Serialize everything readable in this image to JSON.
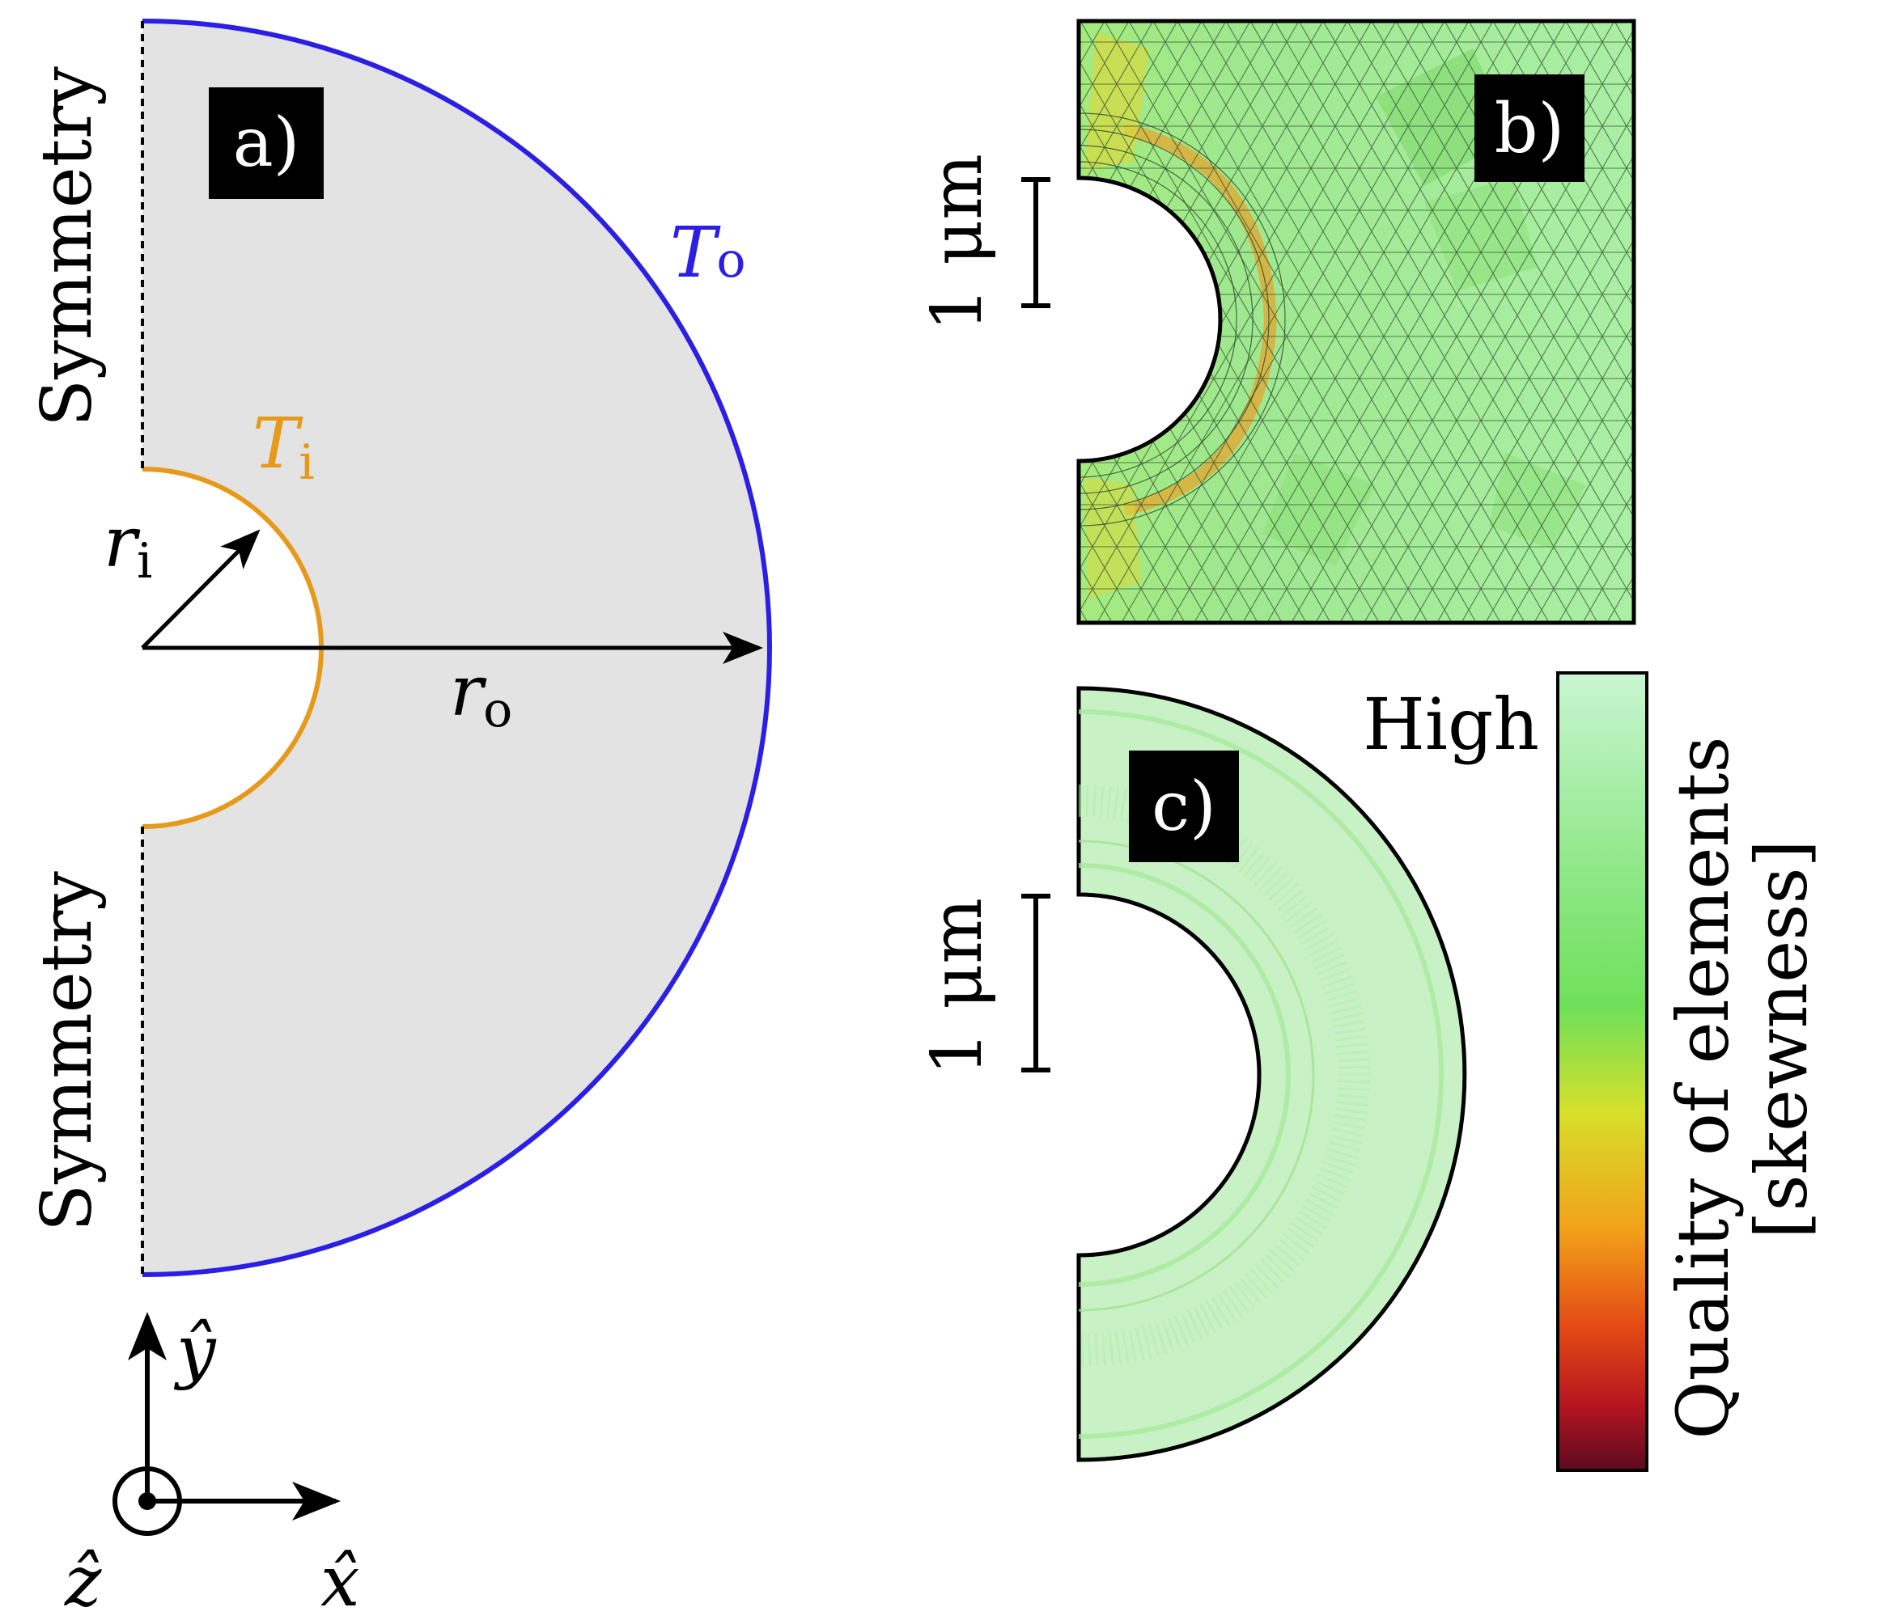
{
  "panel_a": {
    "label": "a)",
    "symmetry_top": "Symmetry",
    "symmetry_bottom": "Symmetry",
    "outer_temp": {
      "symbol": "T",
      "subscript": "o"
    },
    "inner_temp": {
      "symbol": "T",
      "subscript": "i"
    },
    "inner_radius": {
      "symbol": "r",
      "subscript": "i"
    },
    "outer_radius": {
      "symbol": "r",
      "subscript": "o"
    },
    "colors": {
      "outer_boundary": "#2b1fe6",
      "inner_boundary": "#e59a1a",
      "domain_fill": "#e3e3e3"
    }
  },
  "axes": {
    "y": "ŷ",
    "x": "x̂",
    "z": "ẑ"
  },
  "panel_b": {
    "label": "b)",
    "scale_bar": "1 μm"
  },
  "panel_c": {
    "label": "c)",
    "scale_bar": "1 μm"
  },
  "colorbar": {
    "high_label": "High",
    "title_line1": "Quality of elements",
    "title_line2": "[skewness]",
    "colors": [
      "#c9f5d2",
      "#8ee886",
      "#6fe05a",
      "#d6e02a",
      "#f2a019",
      "#e44a14",
      "#b3151f",
      "#5c0a20"
    ]
  }
}
